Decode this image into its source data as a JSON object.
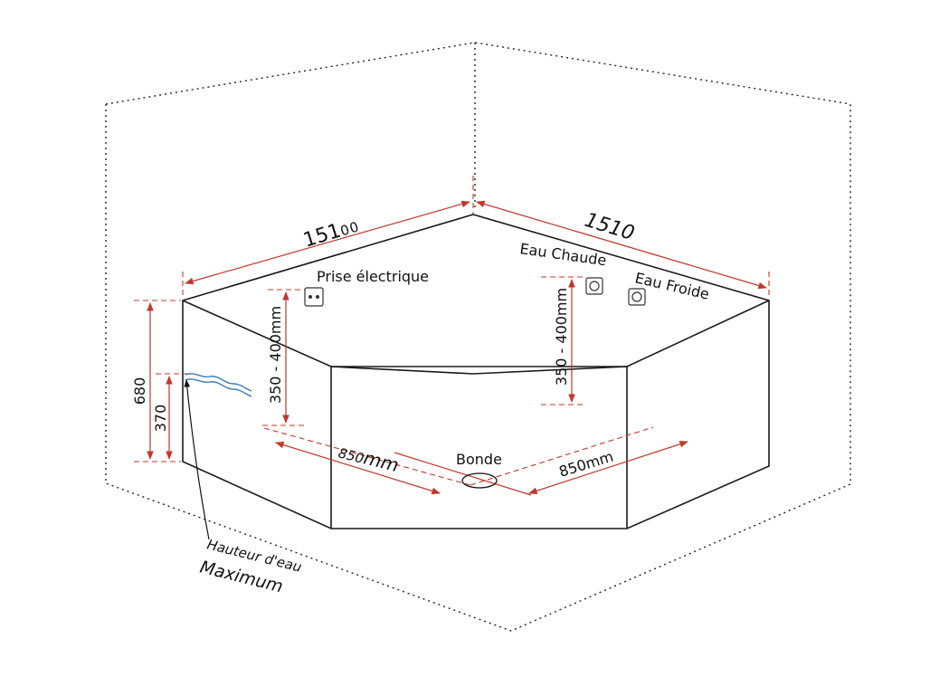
{
  "colors": {
    "dimension": "#c0392b",
    "outline": "#1a1a1a",
    "water": "#3a7bbf"
  },
  "icons": [
    "electrical-outlet-icon",
    "hot-water-valve-icon",
    "cold-water-valve-icon",
    "water-wave-icon"
  ],
  "labels": {
    "width_left_a": "151",
    "width_left_b": "0",
    "width_left_c": "0",
    "width_right": "1510",
    "prise": "Prise électrique",
    "eau_chaude": "Eau Chaude",
    "eau_froide": "Eau Froide",
    "height_total": "680",
    "height_water": "370",
    "outlet_height_left": "350 - 400mm",
    "outlet_height_right": "350 - 400mm",
    "depth_left_a": "850",
    "depth_left_b": "mm",
    "depth_right": "850mm",
    "bonde": "Bonde",
    "hauteur_line1": "Hauteur d'eau",
    "hauteur_line2": "Maximum"
  }
}
